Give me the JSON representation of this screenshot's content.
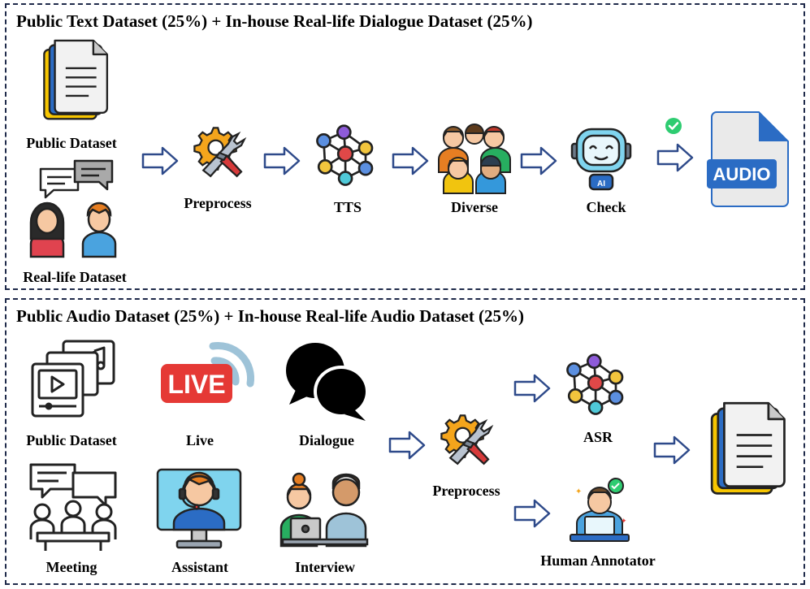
{
  "top_panel": {
    "title": "Public Text Dataset (25%) + In-house Real-life Dialogue Dataset (25%)",
    "labels": {
      "public_dataset": "Public Dataset",
      "real_life_dataset": "Real-life Dataset",
      "preprocess": "Preprocess",
      "tts": "TTS",
      "diverse": "Diverse",
      "check": "Check"
    },
    "audio_badge": "AUDIO",
    "robot_badge": "AI"
  },
  "bottom_panel": {
    "title": "Public Audio Dataset (25%) + In-house Real-life Audio Dataset (25%)",
    "labels": {
      "public_dataset": "Public Dataset",
      "live": "Live",
      "dialogue": "Dialogue",
      "meeting": "Meeting",
      "assistant": "Assistant",
      "interview": "Interview",
      "preprocess": "Preprocess",
      "asr": "ASR",
      "human_annotator": "Human Annotator"
    },
    "live_badge": "LIVE"
  },
  "colors": {
    "border": "#1f2a4a",
    "arrow": "#2e4a8a",
    "gear": "#f4a51c",
    "doc_blue": "#2b6cc4",
    "doc_yellow": "#f7c600",
    "live_red": "#e53935",
    "check_green": "#2ecc71"
  }
}
